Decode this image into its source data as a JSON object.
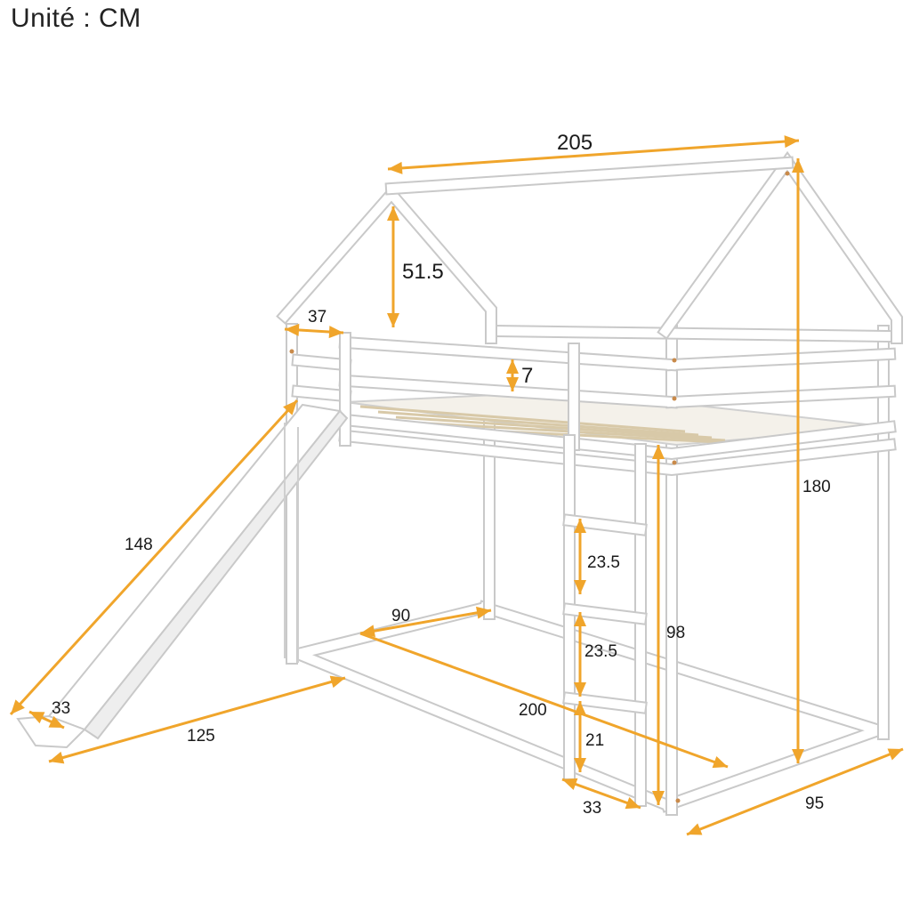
{
  "unit_label": "Unité : CM",
  "colors": {
    "dimension": "#f0a52b",
    "frame": "#ffffff",
    "frame_edge": "#c9c9c9",
    "slats": "#d8c9a8"
  },
  "dimensions": {
    "roof_length": "205",
    "roof_height": "51.5",
    "end_width": "37",
    "guard_rail": "7",
    "total_height": "180",
    "slide_length": "148",
    "ladder_step_1": "23.5",
    "ladder_step_2": "23.5",
    "bottom_width": "90",
    "under_height": "98",
    "length": "200",
    "slide_width": "33",
    "slide_projection": "125",
    "ladder_bottom": "21",
    "ladder_width": "33",
    "depth": "95"
  }
}
